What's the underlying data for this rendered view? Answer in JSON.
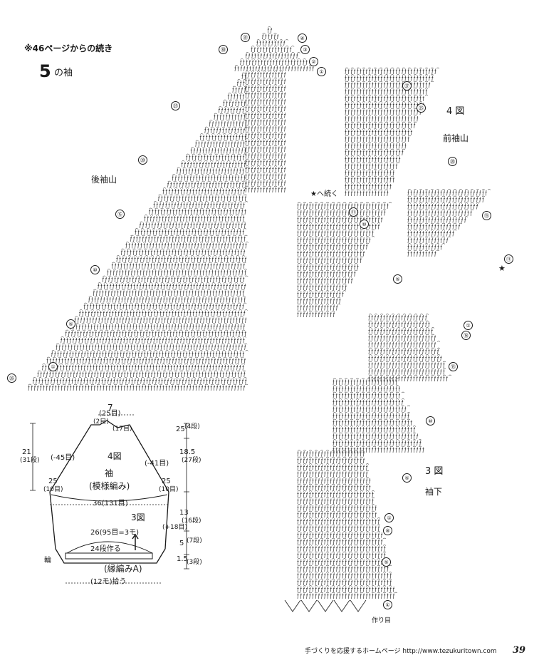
{
  "header": {
    "continuation": "※46ページからの続き",
    "part_number": "5",
    "part_name": "の袖"
  },
  "chart_labels": {
    "back_cap": "後袖山",
    "front_figure": "4 図",
    "front_cap": "前袖山",
    "underarm_figure": "3 図",
    "underarm": "袖下",
    "join_note": "★へ続く",
    "chain_start": "作り目"
  },
  "row_markers": {
    "back": [
      "㉖",
      "①",
      "⑤",
      "⑩",
      "⑮",
      "⑳",
      "㉕",
      "㉚",
      "㉛"
    ],
    "front": [
      "④",
      "③",
      "②",
      "①",
      "㉗",
      "㉕",
      "⑳",
      "⑮",
      "⑪"
    ],
    "upper_under": [
      "⑪",
      "⑩",
      "⑤",
      "①",
      "⑱",
      "⑮",
      "⑩",
      "⑤"
    ],
    "lower_under": [
      "①",
      "⑧",
      "⑤",
      "①"
    ]
  },
  "schematic": {
    "top_width": "7",
    "top_stitches": "(25目)",
    "top_left_rows": "(2目)",
    "top_right_rows": "(17目)",
    "fig4": "4図",
    "sleeve": "袖",
    "pattern": "(模様編み)",
    "dec_left": "(-45目)",
    "dec_right": "(-41目)",
    "side_left": "25",
    "side_left_sub": "(10目)",
    "side_right": "25",
    "side_right_sub": "(10目)",
    "width_36": "36(131目)",
    "fig3": "3図",
    "inc_right": "(+18目)",
    "width_26": "26(95目=3モ)",
    "pickup_rows": "24段作る",
    "ring": "輪",
    "edging": "(縁編みA)",
    "pickup_bottom": "(12モ)拾う",
    "left_height": "21",
    "left_height_sub": "(31段)",
    "r_25": "25",
    "r_25_sub": "(4段)",
    "r_185": "18.5",
    "r_185_sub": "(27段)",
    "r_13": "13",
    "r_13_sub": "(16段)",
    "r_5": "5",
    "r_5_sub": "(7段)",
    "r_15": "1.5",
    "r_15_sub": "(3段)"
  },
  "footer": {
    "text": "手づくりを応援するホームページ http://www.tezukuritown.com",
    "page": "39"
  }
}
